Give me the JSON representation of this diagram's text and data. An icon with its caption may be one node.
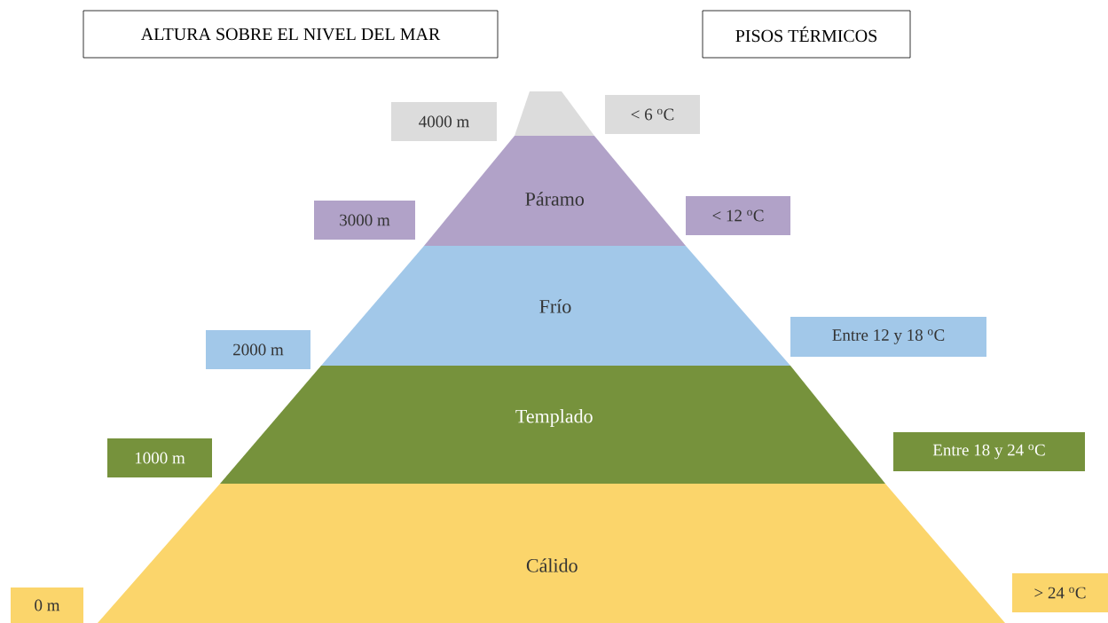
{
  "diagram": {
    "nodes": [
      {
        "text": [
          "ALTURA SOBRE EL NIVEL DEL MAR"
        ]
      },
      {
        "text": [
          "PISOS TÉRMICOS"
        ]
      },
      {
        "text": [],
        "shape": "triangle"
      },
      {
        "text": [
          "4000 m"
        ]
      },
      {
        "text": [
          "< 6 $^{o}$C"
        ]
      },
      {
        "text": [
          "Páramo"
        ]
      },
      {
        "text": [
          "3000 m"
        ]
      },
      {
        "text": [
          "< 12 $^{o}$C"
        ]
      },
      {
        "text": [
          "Frío"
        ]
      },
      {
        "text": [
          "2000 m"
        ]
      },
      {
        "text": [
          "Entre 12 y 18 $^{o}$C"
        ]
      },
      {
        "text": [
          "Templado"
        ]
      },
      {
        "text": [
          "1000 m"
        ]
      },
      {
        "text": [
          "Entre 18 y 24 $^{o}$C"
        ]
      },
      {
        "text": [
          "Cálido"
        ]
      },
      {
        "text": [
          "0 m"
        ]
      },
      {
        "text": [
          "> 24 $^{o}$C"
        ]
      }
    ]
  }
}
